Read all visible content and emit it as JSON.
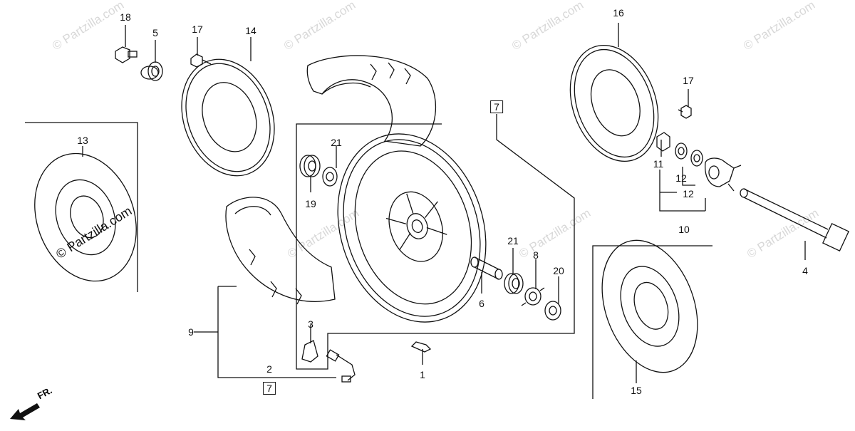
{
  "watermark": "© Partzilla.com",
  "front_indicator": "FR.",
  "callouts": {
    "c1": "1",
    "c2": "2",
    "c3": "3",
    "c4": "4",
    "c5": "5",
    "c6": "6",
    "c7a": "7",
    "c7b": "7",
    "c8": "8",
    "c9": "9",
    "c10": "10",
    "c11": "11",
    "c12a": "12",
    "c12b": "12",
    "c13": "13",
    "c14": "14",
    "c15": "15",
    "c16": "16",
    "c17a": "17",
    "c17b": "17",
    "c18": "18",
    "c19": "19",
    "c20": "20",
    "c21a": "21",
    "c21b": "21"
  }
}
